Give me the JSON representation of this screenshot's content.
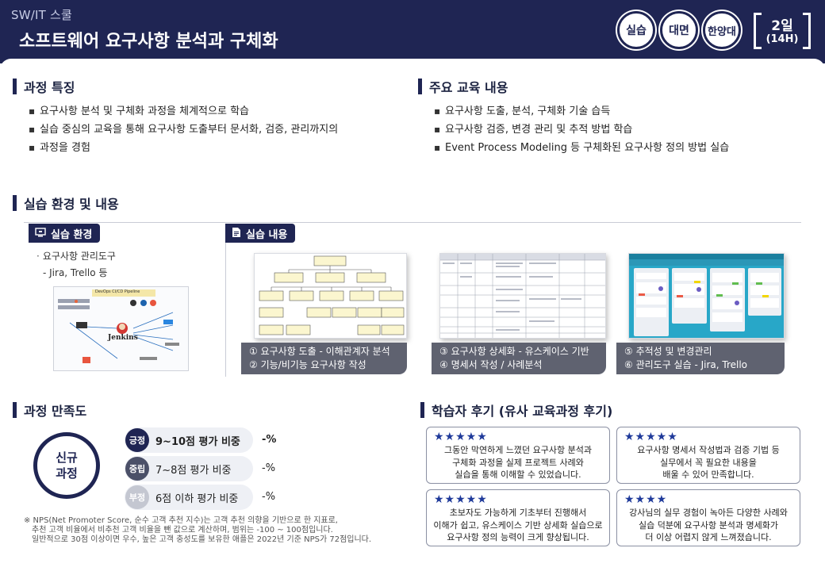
{
  "header": {
    "eyebrow": "SW/IT 스쿨",
    "title": "소프트웨어 요구사항 분석과 구체화",
    "badges": [
      "실습",
      "대면",
      "한양대"
    ],
    "days": "2일",
    "hours": "(14H)"
  },
  "features": {
    "title": "과정 특징",
    "items": [
      "요구사항 분석 및 구체화 과정을 체계적으로 학습",
      "실습 중심의 교육을 통해 요구사항 도출부터 문서화, 검증, 관리까지의",
      "과정을 경험"
    ]
  },
  "contents": {
    "title": "주요 교육 내용",
    "items": [
      "요구사항 도출, 분석, 구체화 기술 습득",
      "요구사항 검증, 변경 관리 및 추적 방법 학습",
      "Event Process Modeling 등 구체화된 요구사항 정의 방법 실습"
    ]
  },
  "practice": {
    "title": "실습 환경 및 내용",
    "env_tag": "실습 환경",
    "content_tag": "실습 내용",
    "env_line1": "요구사항 관리도구",
    "env_line2": "- Jira, Trello 등",
    "jenkins_title": "DevOps CI/CD Pipeline",
    "jenkins_label": "Jenkins",
    "captions": [
      {
        "line1": "① 요구사항 도출 - 이해관계자 분석",
        "line2": "② 기능/비기능 요구사항 작성"
      },
      {
        "line1": "③ 요구사항 상세화 - 유스케이스 기반",
        "line2": "④ 명세서 작성 / 사례분석"
      },
      {
        "line1": "⑤ 추적성 및 변경관리",
        "line2": "⑥ 관리도구 실습 - Jira, Trello"
      }
    ]
  },
  "satisfaction": {
    "title": "과정 만족도",
    "circle_line1": "신규",
    "circle_line2": "과정",
    "rows": [
      {
        "pill": "긍정",
        "label": "9~10점 평가 비중",
        "value": "-%",
        "color": "#1f2553"
      },
      {
        "pill": "중립",
        "label": "7~8점 평가 비중",
        "value": "-%",
        "color": "#4b5068"
      },
      {
        "pill": "부정",
        "label": "6점 이하 평가 비중",
        "value": "-%",
        "color": "#c4c7d1"
      }
    ],
    "note": [
      "※ NPS(Net Promoter Score, 순수 고객 추천 지수)는 고객 추천 의향을 기반으로 한 지표로,",
      "추천 고객 비율에서 비추천 고객 비율을 뺀 값으로 계산하며, 범위는 -100 ~ 100점입니다.",
      "일반적으로 30점 이상이면 우수, 높은 고객 충성도를 보유한 애플은 2022년 기준 NPS가 72점입니다."
    ]
  },
  "reviews": {
    "title": "학습자 후기 (유사 교육과정 후기)",
    "items": [
      {
        "stars": "★★★★★",
        "rating": 5,
        "lines": [
          "그동안 막연하게 느꼈던 요구사항 분석과",
          "구체화 과정을 실제 프로젝트 사례와",
          "실습을 통해 이해할 수 있었습니다."
        ]
      },
      {
        "stars": "★★★★★",
        "rating": 5,
        "lines": [
          "요구사항 명세서 작성법과 검증 기법 등",
          "실무에서 꼭 필요한 내용을",
          "배울 수 있어 만족합니다."
        ]
      },
      {
        "stars": "★★★★★",
        "rating": 5,
        "lines": [
          "초보자도 가능하게 기초부터 진행해서",
          "이해가 쉽고, 유스케이스 기반 상세화 실습으로",
          "요구사항 정의 능력이 크게 향상됩니다."
        ]
      },
      {
        "stars": "★★★★",
        "rating": 4,
        "lines": [
          "강사님의 실무 경험이 녹아든 다양한 사례와",
          "실습 덕분에 요구사항 분석과 명세화가",
          "더 이상 어렵지 않게 느껴졌습니다."
        ]
      }
    ]
  },
  "colors": {
    "navy": "#1f2553",
    "caption": "#5f6270"
  }
}
